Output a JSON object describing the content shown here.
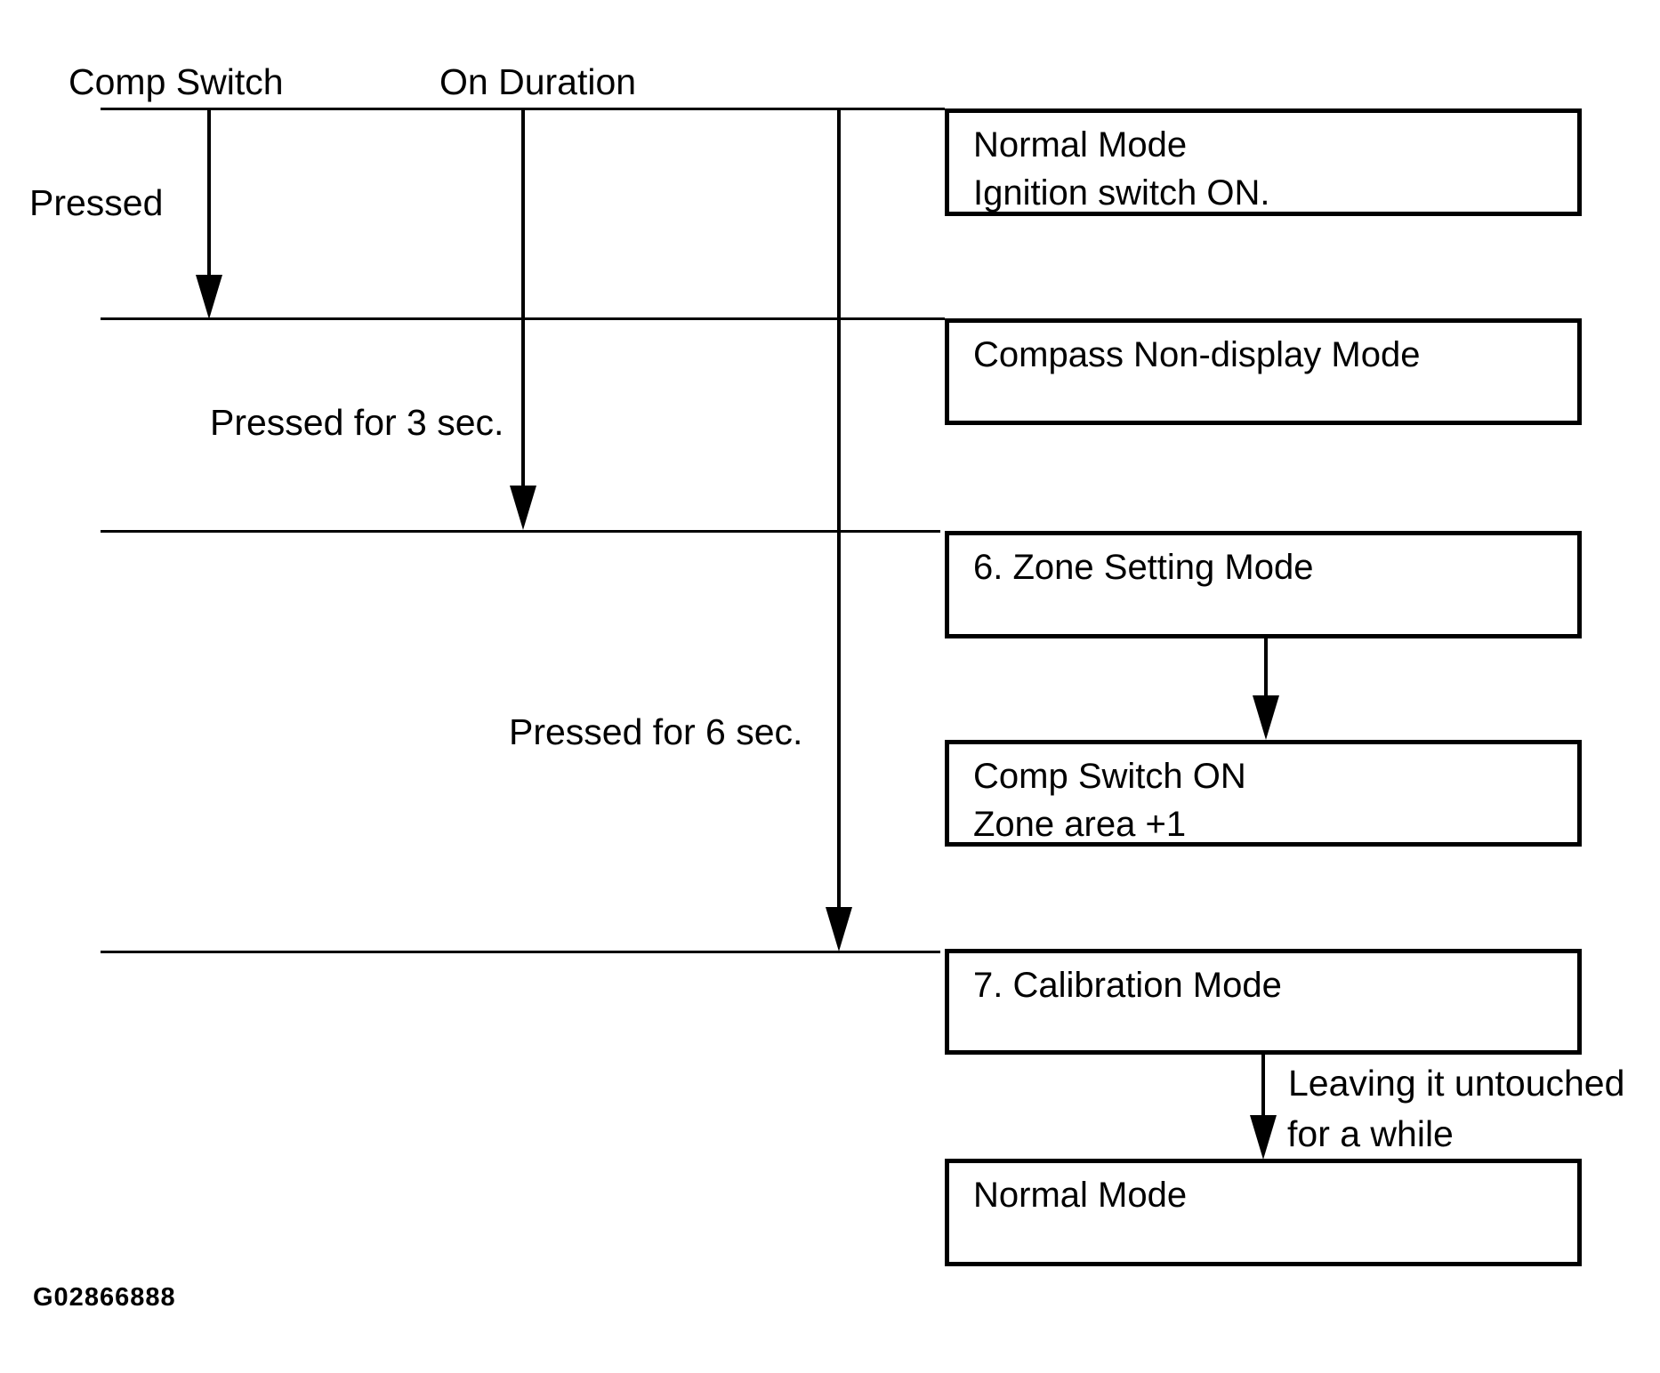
{
  "colors": {
    "ink": "#000000",
    "background": "#ffffff"
  },
  "labels": {
    "comp_switch": "Comp Switch",
    "on_duration": "On Duration",
    "pressed": "Pressed",
    "pressed_3s": "Pressed for 3 sec.",
    "pressed_6s": "Pressed for 6 sec.",
    "leaving_line1": "Leaving it untouched",
    "leaving_line2": "for a while",
    "figure_id": "G02866888"
  },
  "boxes": [
    {
      "id": "normal-mode-start",
      "lines": [
        "Normal Mode",
        "Ignition switch ON."
      ]
    },
    {
      "id": "compass-non-display-mode",
      "lines": [
        "Compass Non-display Mode"
      ]
    },
    {
      "id": "zone-setting-mode",
      "lines": [
        "6. Zone Setting Mode"
      ]
    },
    {
      "id": "comp-switch-on",
      "lines": [
        "Comp Switch ON",
        "Zone area +1"
      ]
    },
    {
      "id": "calibration-mode",
      "lines": [
        "7. Calibration Mode"
      ]
    },
    {
      "id": "normal-mode-end",
      "lines": [
        "Normal Mode"
      ]
    }
  ]
}
